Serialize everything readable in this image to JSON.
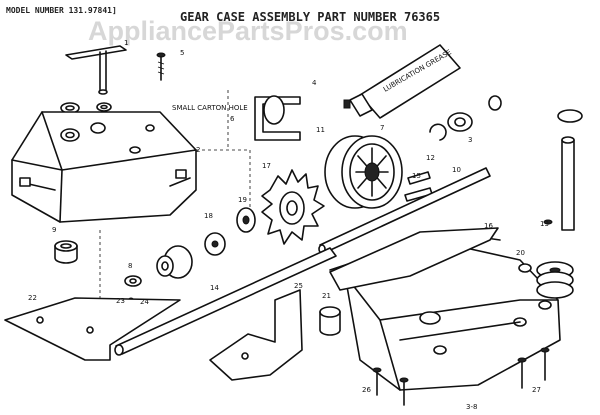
{
  "header": {
    "model_number": "MODEL NUMBER 131.97841]",
    "title": "GEAR CASE ASSEMBLY PART NUMBER 76365"
  },
  "watermark": "AppliancePartsPros.com",
  "tube_label": "LUBRICATION GREASE",
  "small_text": "SMALL CARTON HOLE",
  "footer_code": "3-8",
  "part_labels": [
    "1",
    "2",
    "3",
    "4",
    "5",
    "6",
    "7",
    "8",
    "9",
    "10",
    "11",
    "12",
    "13",
    "14",
    "15",
    "16",
    "17",
    "18",
    "19",
    "20",
    "21",
    "22",
    "23",
    "24",
    "25",
    "26",
    "27"
  ]
}
